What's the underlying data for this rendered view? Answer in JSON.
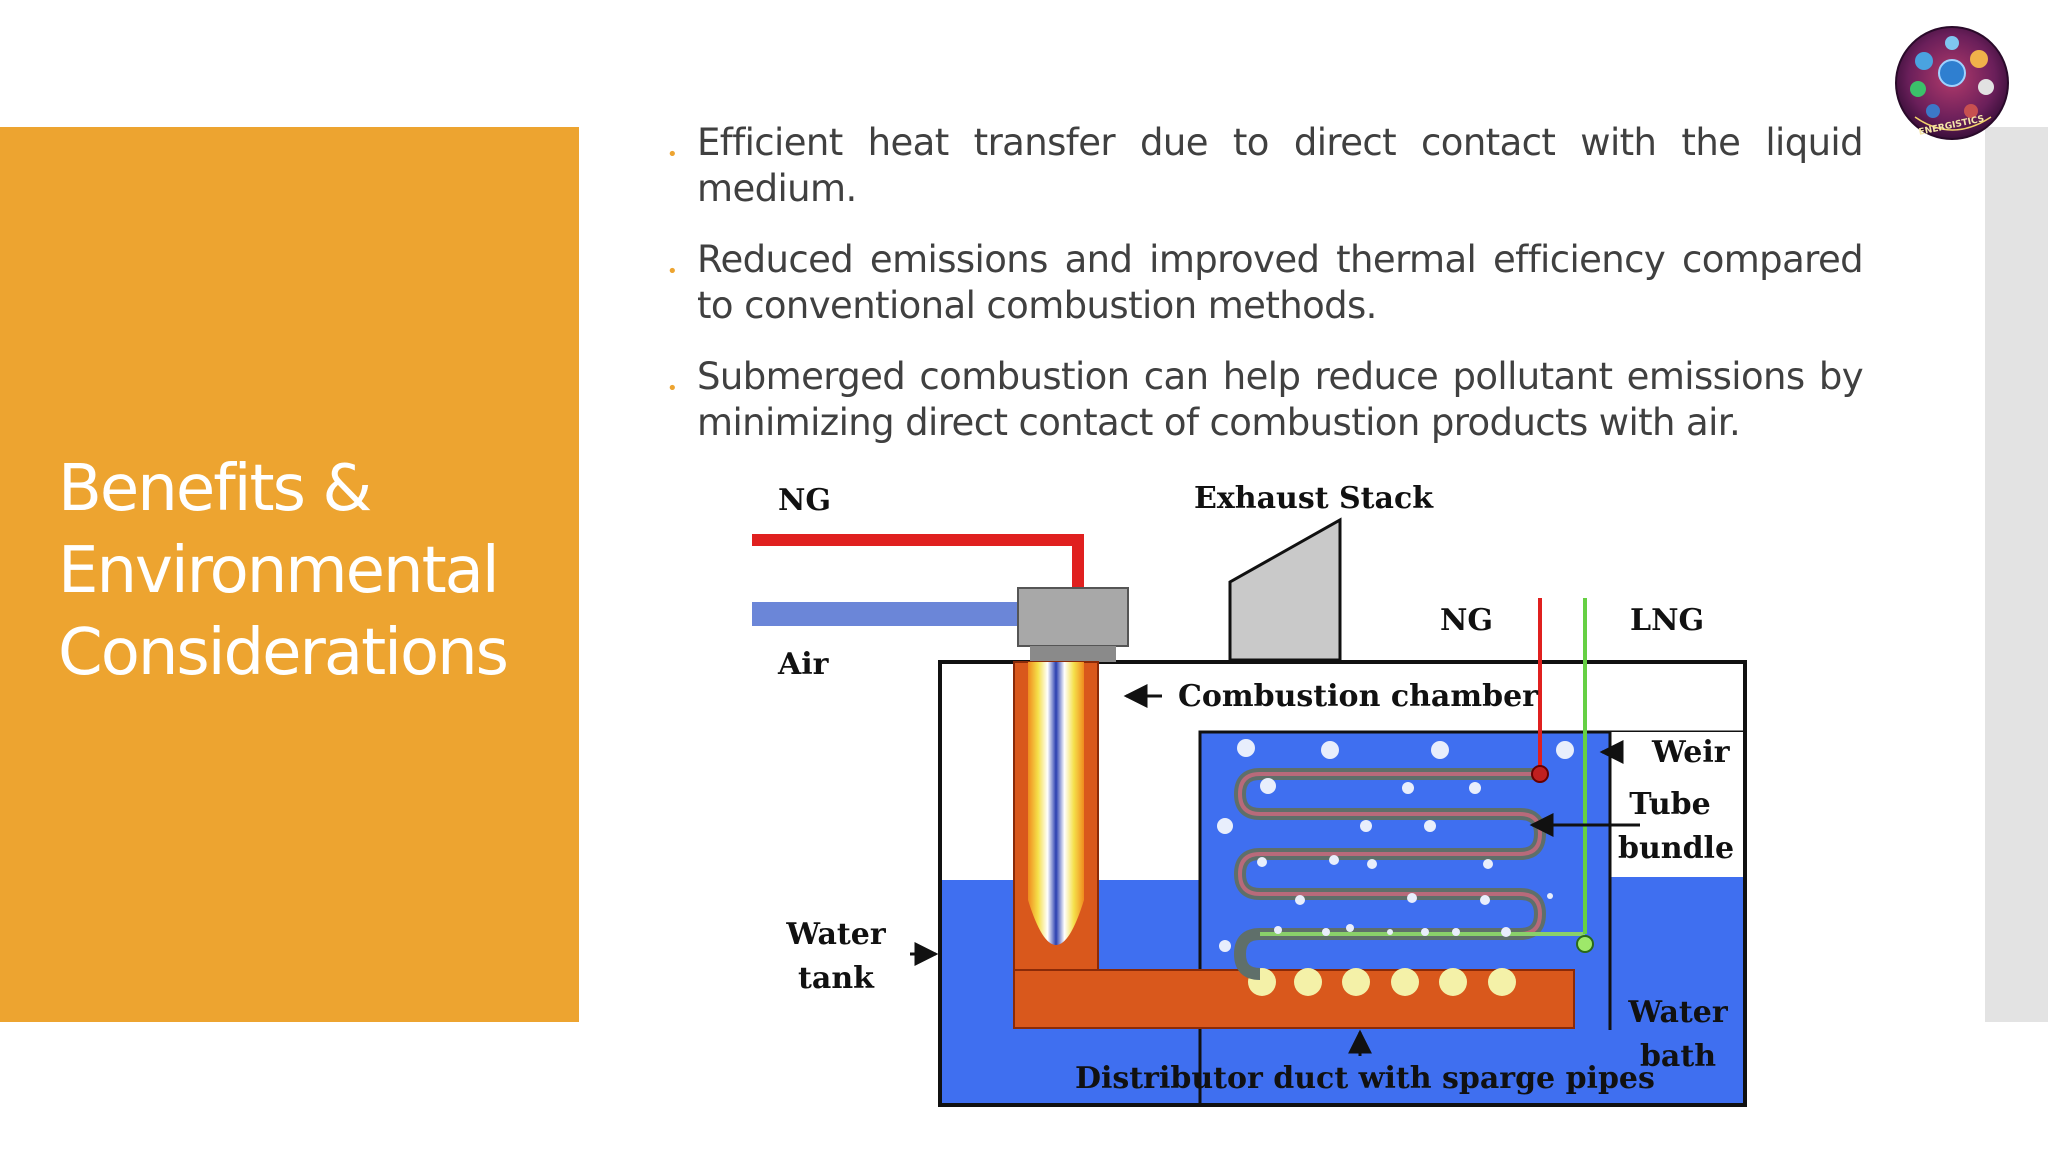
{
  "slide": {
    "title": "Benefits &\nEnvironmental\nConsiderations",
    "accent_color": "#eda430",
    "bullets": [
      "Efficient heat transfer due to direct contact with the liquid medium.",
      "Reduced emissions and improved thermal efficiency compared to conventional combustion methods.",
      "Submerged combustion can help reduce pollutant emissions by minimizing direct contact of combustion products with air."
    ],
    "logo_text": "ENERGISTICS"
  },
  "diagram": {
    "labels": {
      "ng_inlet": "NG",
      "air_inlet": "Air",
      "exhaust_stack": "Exhaust Stack",
      "ng_outlet": "NG",
      "lng_outlet": "LNG",
      "combustion_chamber": "Combustion chamber",
      "weir": "Weir",
      "tube": "Tube",
      "bundle": "bundle",
      "water_tank_1": "Water",
      "water_tank_2": "tank",
      "water_bath_1": "Water",
      "water_bath_2": "bath",
      "distributor": "Distributor duct with sparge pipes"
    },
    "colors": {
      "ng_line": "#e0201f",
      "air_line": "#6b86d8",
      "water": "#3f6ff0",
      "duct": "#d9581c",
      "burner": "#a8a8a8",
      "stack": "#c9c9c9"
    }
  }
}
